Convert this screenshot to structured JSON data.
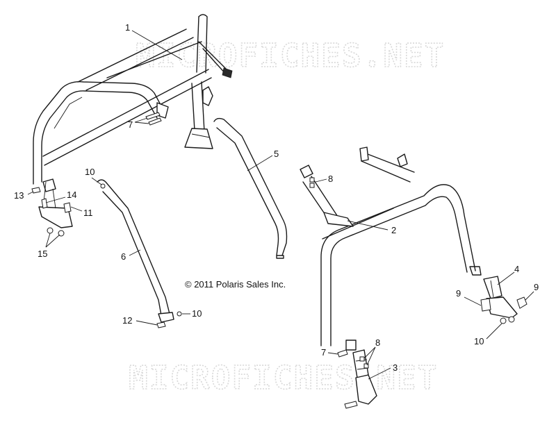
{
  "watermark": "MICROFICHES.NET",
  "copyright": "© 2011 Polaris Sales Inc.",
  "callouts": [
    {
      "id": "callout-1",
      "label": "1"
    },
    {
      "id": "callout-2",
      "label": "2"
    },
    {
      "id": "callout-3",
      "label": "3"
    },
    {
      "id": "callout-4",
      "label": "4"
    },
    {
      "id": "callout-5",
      "label": "5"
    },
    {
      "id": "callout-6",
      "label": "6"
    },
    {
      "id": "callout-7-front",
      "label": "7"
    },
    {
      "id": "callout-7-rear",
      "label": "7"
    },
    {
      "id": "callout-8-upper",
      "label": "8"
    },
    {
      "id": "callout-8-lower",
      "label": "8"
    },
    {
      "id": "callout-9-left",
      "label": "9"
    },
    {
      "id": "callout-9-right",
      "label": "9"
    },
    {
      "id": "callout-10-upper",
      "label": "10"
    },
    {
      "id": "callout-10-middle",
      "label": "10"
    },
    {
      "id": "callout-10-lower",
      "label": "10"
    },
    {
      "id": "callout-11",
      "label": "11"
    },
    {
      "id": "callout-12",
      "label": "12"
    },
    {
      "id": "callout-13",
      "label": "13"
    },
    {
      "id": "callout-14",
      "label": "14"
    },
    {
      "id": "callout-15",
      "label": "15"
    }
  ]
}
